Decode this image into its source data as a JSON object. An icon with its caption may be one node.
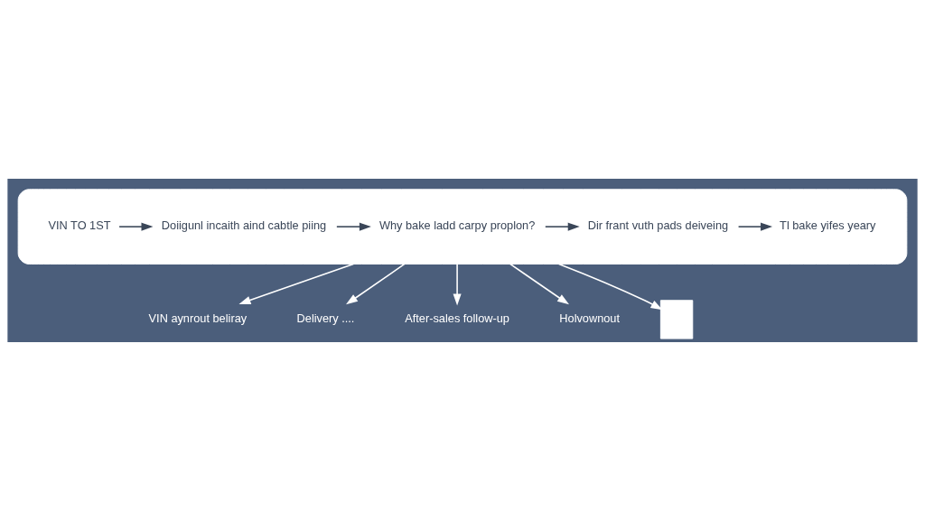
{
  "diagram": {
    "nodes": [
      {
        "text": [],
        "shape": "box"
      },
      {
        "text": [
          "VIN TO 1ST"
        ],
        "in": 0
      },
      {
        "text": [
          "Doiigunl incaith aind cabtle piing"
        ],
        "in": 0
      },
      {
        "text": [
          "Why bake ladd carpy proplon?"
        ],
        "in": 0
      },
      {
        "text": [
          "Dir frant vuth pads deiveing"
        ],
        "in": 0
      },
      {
        "text": [
          "Tl bake yifes yeary"
        ],
        "in": 0
      },
      {
        "text": [
          "VIN aynrout beliray"
        ]
      },
      {
        "text": [
          "Delivery ...."
        ]
      },
      {
        "text": [
          "After-sales follow-up"
        ]
      },
      {
        "text": [
          "Holvownout"
        ]
      },
      {
        "text": [],
        "shape": "box"
      }
    ],
    "edges": [
      {
        "from": 1,
        "to": 2,
        "arrow": "to",
        "color": "#3a4658"
      },
      {
        "from": 2,
        "to": 3,
        "arrow": "to",
        "color": "#3a4658"
      },
      {
        "from": 3,
        "to": 4,
        "arrow": "to",
        "color": "#3a4658"
      },
      {
        "from": 4,
        "to": 5,
        "arrow": "to",
        "color": "#3a4658"
      },
      {
        "from": 0,
        "to": 6,
        "arrow": "to"
      },
      {
        "from": 0,
        "to": 7,
        "arrow": "to"
      },
      {
        "from": 0,
        "to": 8,
        "arrow": "to"
      },
      {
        "from": 0,
        "to": 9,
        "arrow": "to"
      },
      {
        "from": 0,
        "to": 10,
        "arrow": "to"
      }
    ]
  }
}
